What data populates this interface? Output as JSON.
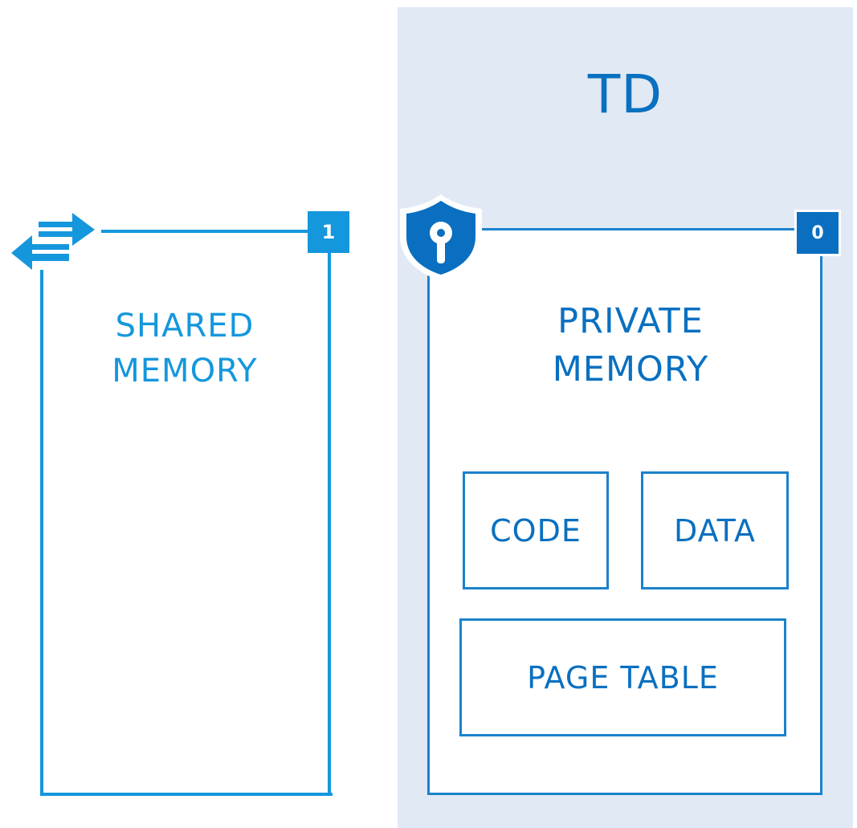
{
  "td": {
    "title": "TD"
  },
  "shared": {
    "title_line1": "SHARED",
    "title_line2": "MEMORY",
    "badge": "1"
  },
  "private": {
    "title_line1": "PRIVATE",
    "title_line2": "MEMORY",
    "badge": "0"
  },
  "blocks": {
    "code": "CODE",
    "data": "DATA",
    "page_table": "PAGE TABLE"
  },
  "icons": {
    "shared": "bidirectional-arrows-icon",
    "private": "shield-lock-icon"
  },
  "colors": {
    "light_blue": "#1597dd",
    "dark_blue": "#0a70c0",
    "td_background": "#e1e9f5"
  }
}
